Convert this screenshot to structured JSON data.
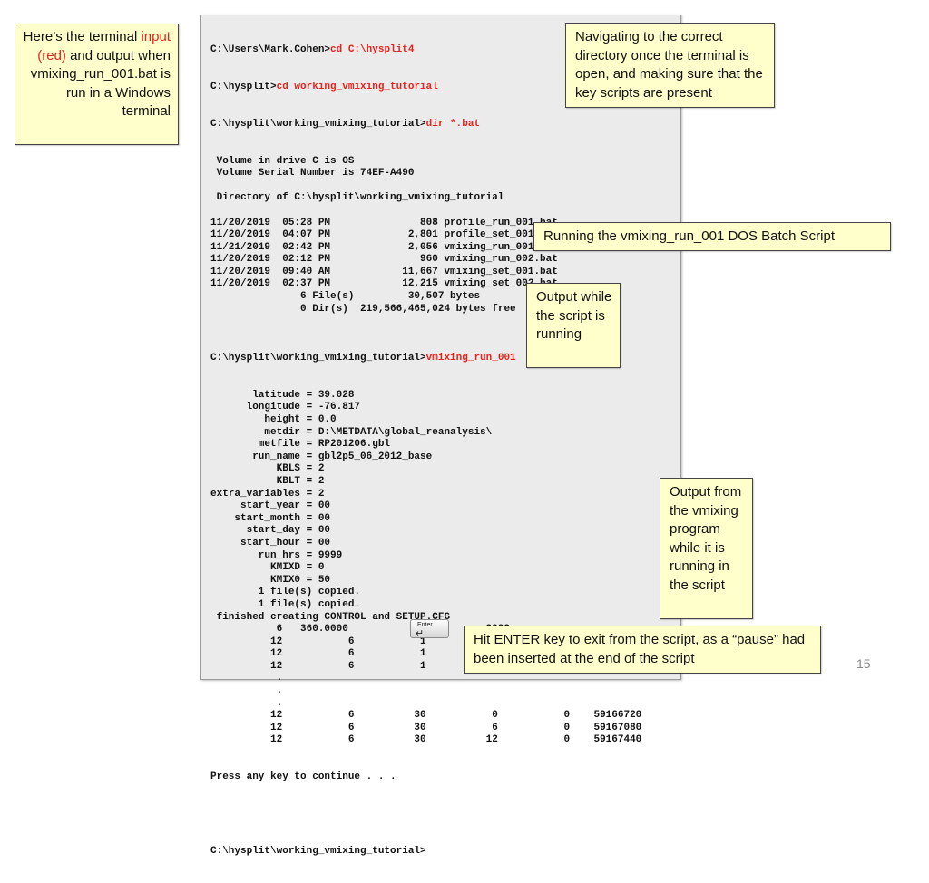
{
  "terminal": {
    "cmd1_prompt": "C:\\Users\\Mark.Cohen>",
    "cmd1_input": "cd C:\\hysplit4",
    "cmd2_prompt": "C:\\hysplit>",
    "cmd2_input": "cd working_vmixing_tutorial",
    "cmd3_prompt": "C:\\hysplit\\working_vmixing_tutorial>",
    "cmd3_input": "dir *.bat",
    "dir_output": [
      " Volume in drive C is OS",
      " Volume Serial Number is 74EF-A490",
      "",
      " Directory of C:\\hysplit\\working_vmixing_tutorial",
      "",
      "11/20/2019  05:28 PM               808 profile_run_001.bat",
      "11/20/2019  04:07 PM             2,801 profile_set_001.bat",
      "11/21/2019  02:42 PM             2,056 vmixing_run_001.bat",
      "11/20/2019  02:12 PM               960 vmixing_run_002.bat",
      "11/20/2019  09:40 AM            11,667 vmixing_set_001.bat",
      "11/20/2019  02:37 PM            12,215 vmixing_set_002.bat",
      "               6 File(s)         30,507 bytes",
      "               0 Dir(s)  219,566,465,024 bytes free",
      ""
    ],
    "cmd4_prompt": "C:\\hysplit\\working_vmixing_tutorial>",
    "cmd4_input": "vmixing_run_001",
    "run_output": [
      "       latitude = 39.028",
      "      longitude = -76.817",
      "         height = 0.0",
      "         metdir = D:\\METDATA\\global_reanalysis\\",
      "        metfile = RP201206.gbl",
      "       run_name = gbl2p5_06_2012_base",
      "           KBLS = 2",
      "           KBLT = 2",
      "extra_variables = 2",
      "     start_year = 00",
      "    start_month = 00",
      "      start_day = 00",
      "     start_hour = 00",
      "        run_hrs = 9999",
      "          KMIXD = 0",
      "          KMIX0 = 50",
      "        1 file(s) copied.",
      "        1 file(s) copied.",
      " finished creating CONTROL and SETUP.CFG",
      "           6   360.0000           9999        9999",
      "          12           6           1           0           0    59124960",
      "          12           6           1           6           0    59125320",
      "          12           6           1          12           0    59125680",
      "           .",
      "           .",
      "           .",
      "          12           6          30           0           0    59166720",
      "          12           6          30           6           0    59167080",
      "          12           6          30          12           0    59167440"
    ],
    "pause_text": "Press any key to continue . . .",
    "enter_key_label": "Enter",
    "final_prompt": "C:\\hysplit\\working_vmixing_tutorial>"
  },
  "callouts": {
    "left_part1": "Here’s the terminal",
    "left_input_red": "input (red)",
    "left_part2": " and output when",
    "left_part3": "vmixing_run_001.bat",
    "left_part4": "is run in a Windows terminal",
    "nav": "Navigating to the correct directory once the terminal is open, and making sure that the key scripts are present",
    "running": "Running the vmixing_run_001 DOS Batch Script",
    "output_while": "Output while the script is running",
    "output_program": "Output from the vmixing program while it is running in the script",
    "enter_hint": "Hit ENTER key to exit from the script, as a “pause” had been inserted at the end of the script"
  },
  "page_number": "15",
  "colors": {
    "input_red": "#e8231d",
    "callout_bg": "#ffffcc",
    "terminal_bg": "#ebebeb"
  }
}
